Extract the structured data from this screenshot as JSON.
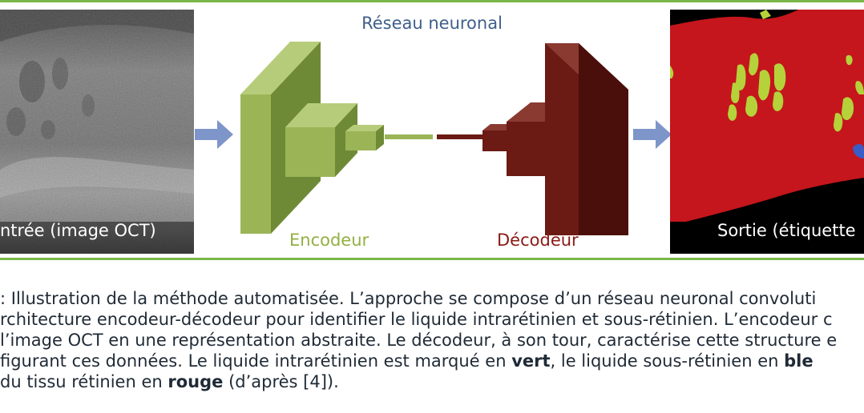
{
  "diagram": {
    "title": "Réseau neuronal",
    "input_label": "ntrée (image OCT)",
    "encoder_label": "Encodeur",
    "decoder_label": "Décodeur",
    "output_label": "Sortie (étiquette",
    "colors": {
      "encoder": "#9bb556",
      "decoder": "#6b1a14",
      "arrow": "#7d95c9",
      "frame": "#7ab648",
      "output_bg": "#c4161c",
      "output_green": "#b5d23a"
    }
  },
  "caption": {
    "line1": ": Illustration de la méthode automatisée. L’approche se compose d’un réseau neuronal convoluti",
    "line2": "rchitecture encodeur-décodeur pour identifier le liquide intrarétinien et sous-rétinien. L’encodeur c",
    "line3": "l’image OCT en une représentation abstraite. Le décodeur, à son tour, caractérise cette structure e",
    "line4a": " figurant ces données. Le liquide intrarétinien est marqué en ",
    "line4b": "vert",
    "line4c": ", le liquide sous-rétinien en ",
    "line4d": "ble",
    "line5a": "du tissu rétinien en ",
    "line5b": "rouge",
    "line5c": " (d’après [4])."
  }
}
